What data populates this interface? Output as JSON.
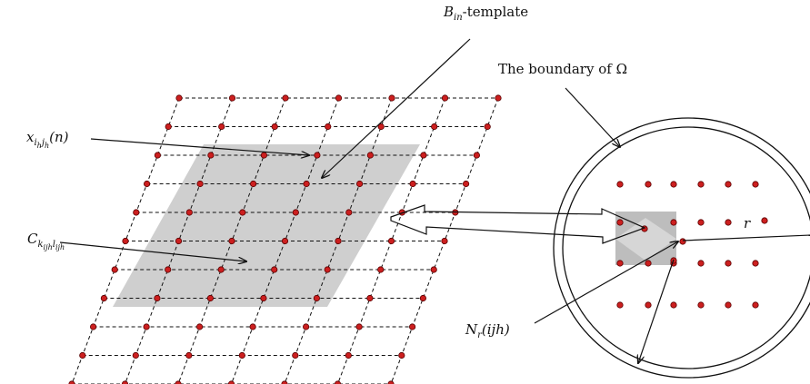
{
  "labels": {
    "template_base": "B",
    "template_sub": "in",
    "template_suffix": "-template",
    "boundary_text": "The boundary of Ω",
    "x_base": "x",
    "x_sub_main": "i",
    "x_sub_h1": "h",
    "x_sub_j": "j",
    "x_sub_h2": "h",
    "x_arg": "(n)",
    "c_base": "C",
    "c_sub_k": "k",
    "c_sub_ijh1": "ijh",
    "c_sub_l": "l",
    "c_sub_ijh2": "ijh",
    "n_base": "N",
    "n_sub": "r",
    "n_arg": "(ijh)",
    "r_label": "r"
  },
  "colors": {
    "dot_fill": "#cc1f1f",
    "dot_stroke": "#5a0000",
    "shaded_region": "#cfcfcf",
    "line": "#111111"
  }
}
